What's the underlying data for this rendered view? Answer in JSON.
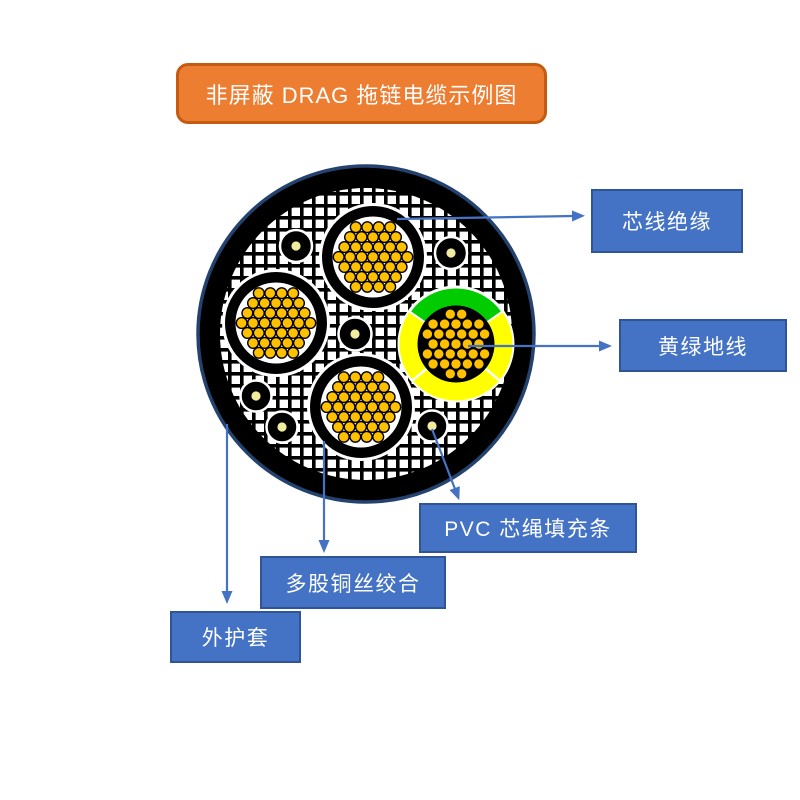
{
  "page": {
    "background": "#FFFFFF"
  },
  "title": {
    "text": "非屏蔽 DRAG 拖链电缆示例图",
    "bg_color": "#ED7D31",
    "border_color": "#C55A11",
    "text_color": "#FFFFFF"
  },
  "callouts": [
    {
      "id": "core-insulation",
      "label": "芯线绝缘"
    },
    {
      "id": "ground-wire",
      "label": "黄绿地线"
    },
    {
      "id": "pvc-filler",
      "label": "PVC 芯绳填充条"
    },
    {
      "id": "stranded-copper",
      "label": "多股铜丝绞合"
    },
    {
      "id": "outer-sheath",
      "label": "外护套"
    }
  ],
  "colors": {
    "callout_bg": "#4472C4",
    "callout_border": "#2F5597",
    "callout_text": "#FFFFFF",
    "leader_line": "#4472C4",
    "sheath_black": "#000000",
    "sheath_rim_navy": "#24426E",
    "braid_line": "#000000",
    "braid_bg": "#FFFFFF",
    "insulation_black": "#000000",
    "copper_strand": "#FFC000",
    "ground_yellow": "#FFFF00",
    "ground_green": "#00CC00",
    "filler_black": "#000000",
    "filler_core_dot": "#F2ED9E"
  }
}
